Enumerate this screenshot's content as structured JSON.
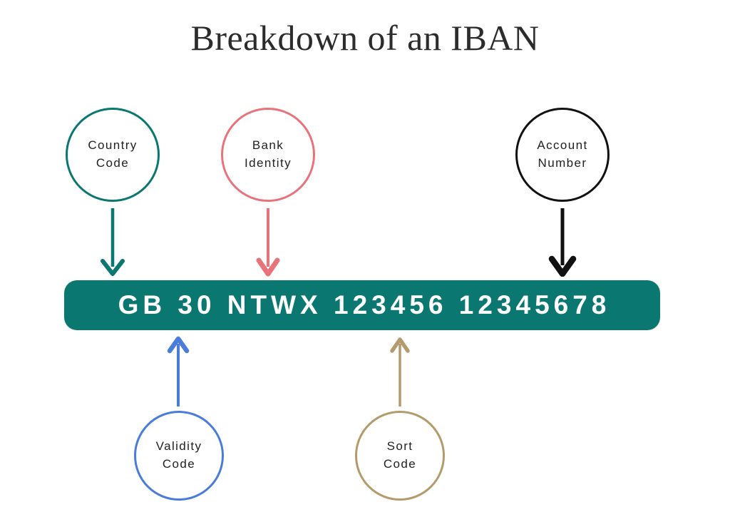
{
  "page": {
    "title": "Breakdown of an IBAN",
    "background_color": "#ffffff"
  },
  "iban": {
    "value": "GB 30 NTWX 123456 12345678",
    "bar_color": "#0a7771",
    "text_color": "#ffffff",
    "segments": [
      {
        "key": "country_code",
        "text": "GB",
        "label": "Country Code"
      },
      {
        "key": "validity_code",
        "text": "30",
        "label": "Validity Code"
      },
      {
        "key": "bank_identity",
        "text": "NTWX",
        "label": "Bank Identity"
      },
      {
        "key": "sort_code",
        "text": "123456",
        "label": "Sort Code"
      },
      {
        "key": "account_number",
        "text": "12345678",
        "label": "Account Number"
      }
    ]
  },
  "callouts": {
    "country_code": {
      "label": "Country\nCode",
      "color": "#0a7771",
      "position": "above"
    },
    "bank_identity": {
      "label": "Bank\nIdentity",
      "color": "#e8737a",
      "position": "above"
    },
    "account_number": {
      "label": "Account\nNumber",
      "color": "#111111",
      "position": "above"
    },
    "validity_code": {
      "label": "Validity\nCode",
      "color": "#4a7ddb",
      "position": "below"
    },
    "sort_code": {
      "label": "Sort\nCode",
      "color": "#b39b6b",
      "position": "below"
    }
  },
  "icons": {
    "arrow_country": "arrow-down-icon",
    "arrow_bank": "arrow-down-icon",
    "arrow_account": "arrow-down-icon",
    "arrow_validity": "arrow-up-icon",
    "arrow_sort": "arrow-up-icon"
  }
}
